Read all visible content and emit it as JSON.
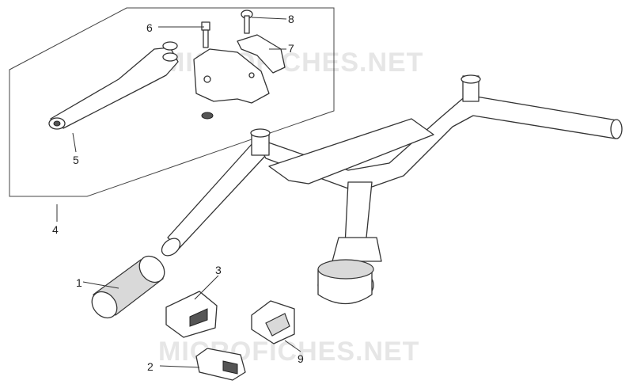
{
  "watermark": "MICROFICHES.NET",
  "callouts": {
    "1": "1",
    "2": "2",
    "3": "3",
    "4": "4",
    "5": "5",
    "6": "6",
    "7": "7",
    "8": "8",
    "9": "9"
  }
}
